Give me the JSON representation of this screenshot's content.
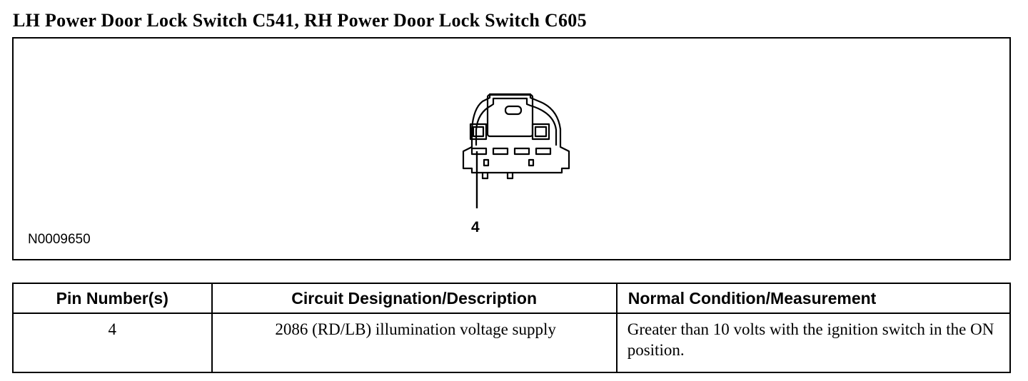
{
  "title": "LH Power Door Lock Switch C541, RH Power Door Lock Switch C605",
  "figure": {
    "pin_callout": "4",
    "figure_id": "N0009650"
  },
  "table": {
    "headers": {
      "pin": "Pin Number(s)",
      "circuit": "Circuit Designation/Description",
      "condition": "Normal Condition/Measurement"
    },
    "rows": [
      {
        "pin": "4",
        "circuit": "2086 (RD/LB) illumination voltage supply",
        "condition": "Greater than 10 volts with the ignition switch in the ON position."
      }
    ]
  }
}
